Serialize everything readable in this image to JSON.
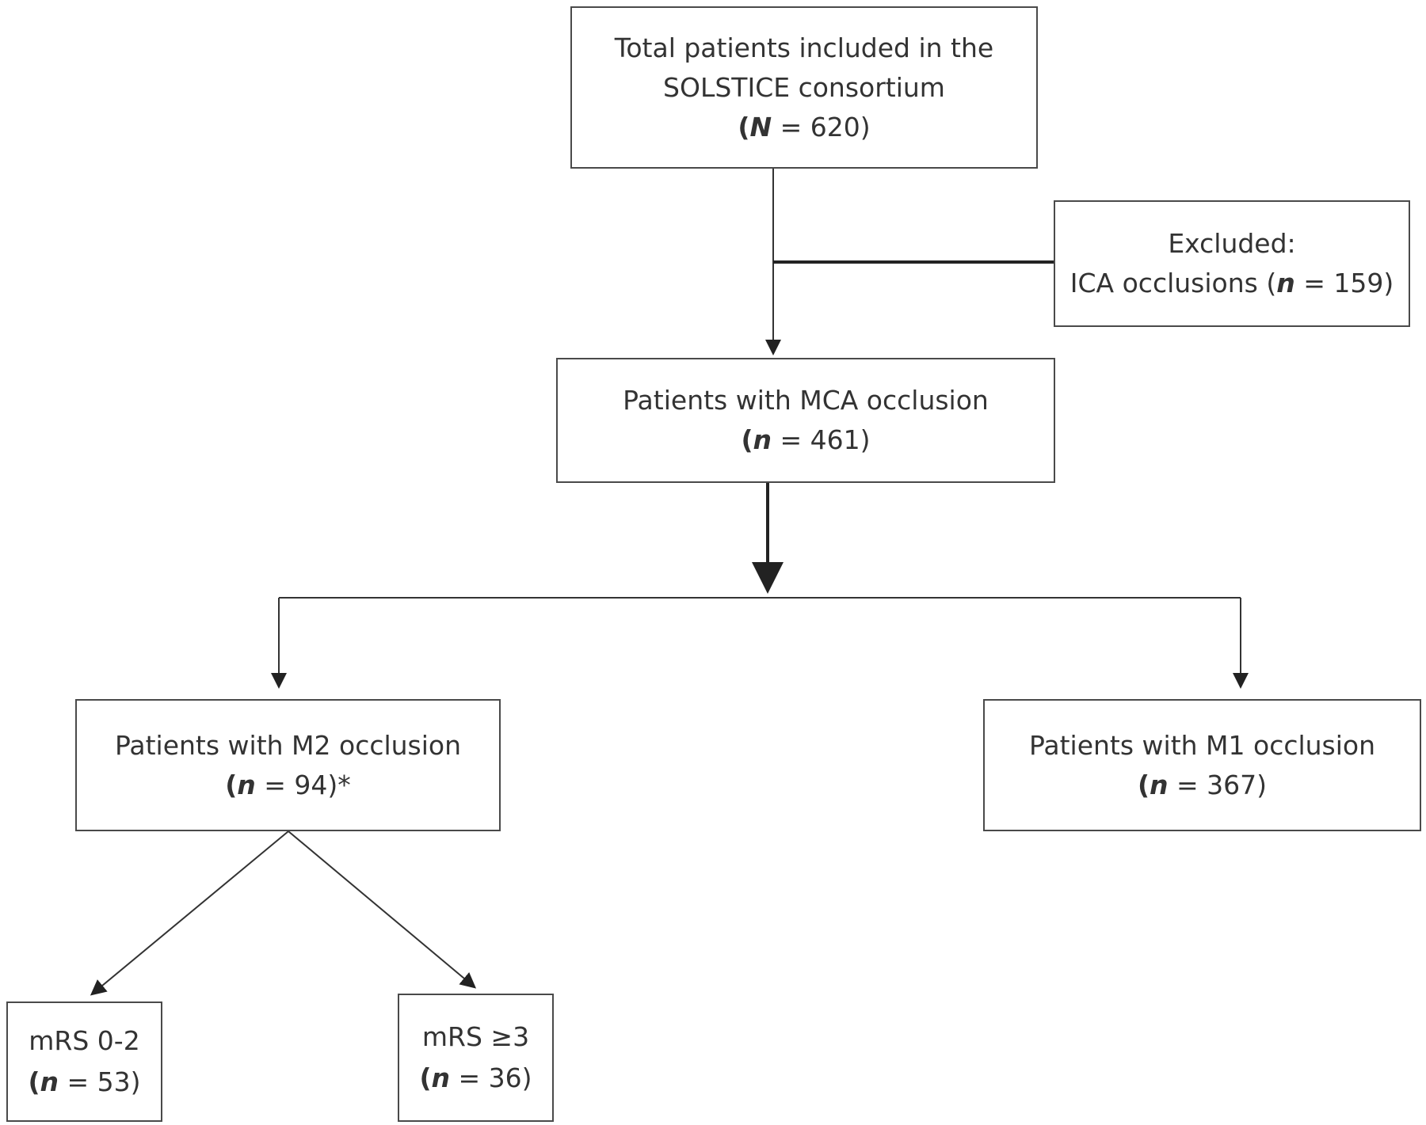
{
  "flowchart": {
    "total": {
      "line1": "Total patients included in the",
      "line2": "SOLSTICE consortium",
      "count_var": "N",
      "count_rest": " = 620)"
    },
    "excluded": {
      "line1": "Excluded:",
      "line2_prefix": "ICA occlusions (",
      "count_var": "n",
      "count_rest": " = 159)"
    },
    "mca": {
      "line1": "Patients with MCA occlusion",
      "count_var": "n",
      "count_rest": " = 461)"
    },
    "m2": {
      "line1": "Patients with M2 occlusion",
      "count_var": "n",
      "count_rest": " = 94)*"
    },
    "m1": {
      "line1": "Patients with M1 occlusion",
      "count_var": "n",
      "count_rest": " = 367)"
    },
    "mrs_good": {
      "line1": "mRS 0-2",
      "count_var": "n",
      "count_rest": " = 53)"
    },
    "mrs_poor": {
      "line1": "mRS ≥3",
      "count_var": "n",
      "count_rest": " = 36)"
    },
    "open_paren": "("
  },
  "colors": {
    "box_border": "#4a4a4a",
    "line": "#333333",
    "text": "#333333"
  }
}
